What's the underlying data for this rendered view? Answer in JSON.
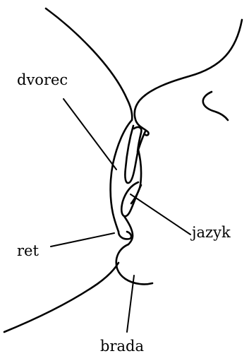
{
  "labels": {
    "areola": "dvorec",
    "tongue": "jazyk",
    "lip": "ret",
    "chin": "brada"
  }
}
